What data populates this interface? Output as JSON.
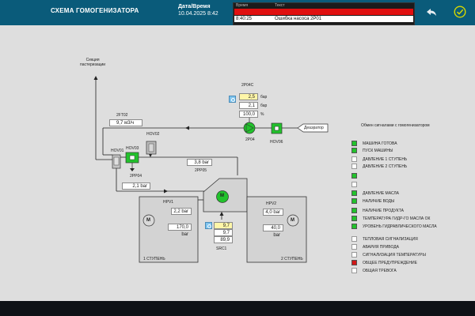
{
  "header": {
    "title": "СХЕМА ГОМОГЕНИЗАТОРА",
    "datetime_label": "Дата/Время",
    "datetime_value": "10.04.2025 8:42"
  },
  "alarms": {
    "col_time": "Время",
    "col_text": "Текст",
    "rows": [
      {
        "time": "",
        "text": "",
        "active": true
      },
      {
        "time": "8:40:25",
        "text": "Ошибка насоса 2P01",
        "active": false
      }
    ]
  },
  "scheme": {
    "section_label": "Секция\nпастеризации",
    "deaerator": "Деаэратор",
    "p2pdic": "2P04C",
    "pump_2p04": "2P04",
    "hov06": "HOV06",
    "hov02": "HOV02",
    "hov03": "HOV03",
    "hov01": "HOV01",
    "ft02": "2FT02",
    "flow": "9,7 м3/ч",
    "p04": "2PP04",
    "p05": "2PP05",
    "p05_value": "3,8 bar",
    "p04_value": "2,1 bar",
    "setpoint_1": "2,5",
    "setpoint_1_unit": "бар",
    "setpoint_2": "2,1",
    "setpoint_2_unit": "бар",
    "setpoint_3": "100,0",
    "setpoint_3_unit": "%",
    "sc01": "SRC1",
    "main_1": "9,7",
    "main_2": "9,7",
    "main_3": "89,9",
    "hpv1": "HPV1",
    "hpv1_p1": "2,2 bar",
    "hpv1_p2": "170,0 bar",
    "stage1": "1 СТУПЕНЬ",
    "hpv2": "HPV2",
    "hpv2_p1": "4,0 bar",
    "hpv2_p2": "40,0 bar",
    "stage2": "2 СТУПЕНЬ",
    "motor": "M"
  },
  "signals": {
    "title": "Обмен сигналами с гомогенизатором",
    "items": [
      {
        "label": "МАШИНА ГОТОВА",
        "color": "#22c22c"
      },
      {
        "label": "ПУСК МАШИНЫ",
        "color": "#22c22c"
      },
      {
        "label": "ДАВЛЕНИЕ 1 СТУПЕНЬ",
        "color": "#ffffff"
      },
      {
        "label": "ДАВЛЕНИЕ 2 СТУПЕНЬ",
        "color": "#ffffff"
      },
      {
        "label": "",
        "color": "#22c22c"
      },
      {
        "label": "",
        "color": "#ffffff"
      },
      {
        "label": "ДАВЛЕНИЕ МАСЛА",
        "color": "#22c22c"
      },
      {
        "label": "НАЛИЧИЕ ВОДЫ",
        "color": "#22c22c"
      },
      {
        "label": "НАЛИЧИЕ ПРОДУКТА",
        "color": "#22c22c"
      },
      {
        "label": "ТЕМПЕРАТУРА ГИДР-ГО МАСЛА ОК",
        "color": "#22c22c"
      },
      {
        "label": "УРОВЕНЬ ГИДРАВЛИЧЕСКОГО МАСЛА",
        "color": "#22c22c"
      },
      {
        "label": "ТЕПЛОВАЯ СИГНАЛИЗАЦИЯ",
        "color": "#ffffff"
      },
      {
        "label": "АВАРИЯ ПРИВОДА",
        "color": "#ffffff"
      },
      {
        "label": "СИГНАЛИЗАЦИЯ ТЕМПЕРАТУРЫ",
        "color": "#ffffff"
      },
      {
        "label": "ОБЩЕЕ ПРЕДУПРЕЖДЕНИЕ",
        "color": "#d01818"
      },
      {
        "label": "ОБЩАЯ ТРЕВОГА",
        "color": "#ffffff"
      }
    ]
  },
  "colors": {
    "header": "#0a5b7a",
    "alarm_active": "#e01010",
    "ok_icon": "#d7d800",
    "green": "#22c22c"
  }
}
